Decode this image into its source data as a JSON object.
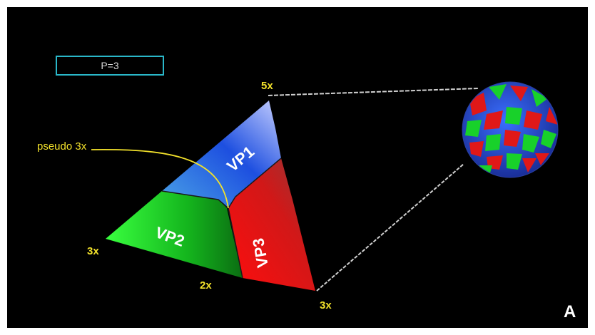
{
  "figure_letter": "A",
  "p_label": "P=3",
  "pseudo_label": "pseudo 3x",
  "corners": {
    "top": "5x",
    "left": "3x",
    "right": "3x",
    "bottom_edge": "2x"
  },
  "regions": {
    "vp1": "VP1",
    "vp2": "VP2",
    "vp3": "VP3"
  },
  "colors": {
    "background": "#000000",
    "label_yellow": "#f2e12b",
    "box_cyan": "#2ab7c9",
    "vp1_blue": "#2a5bdc",
    "vp2_green": "#1fbf2a",
    "vp3_red": "#e21a1a"
  }
}
